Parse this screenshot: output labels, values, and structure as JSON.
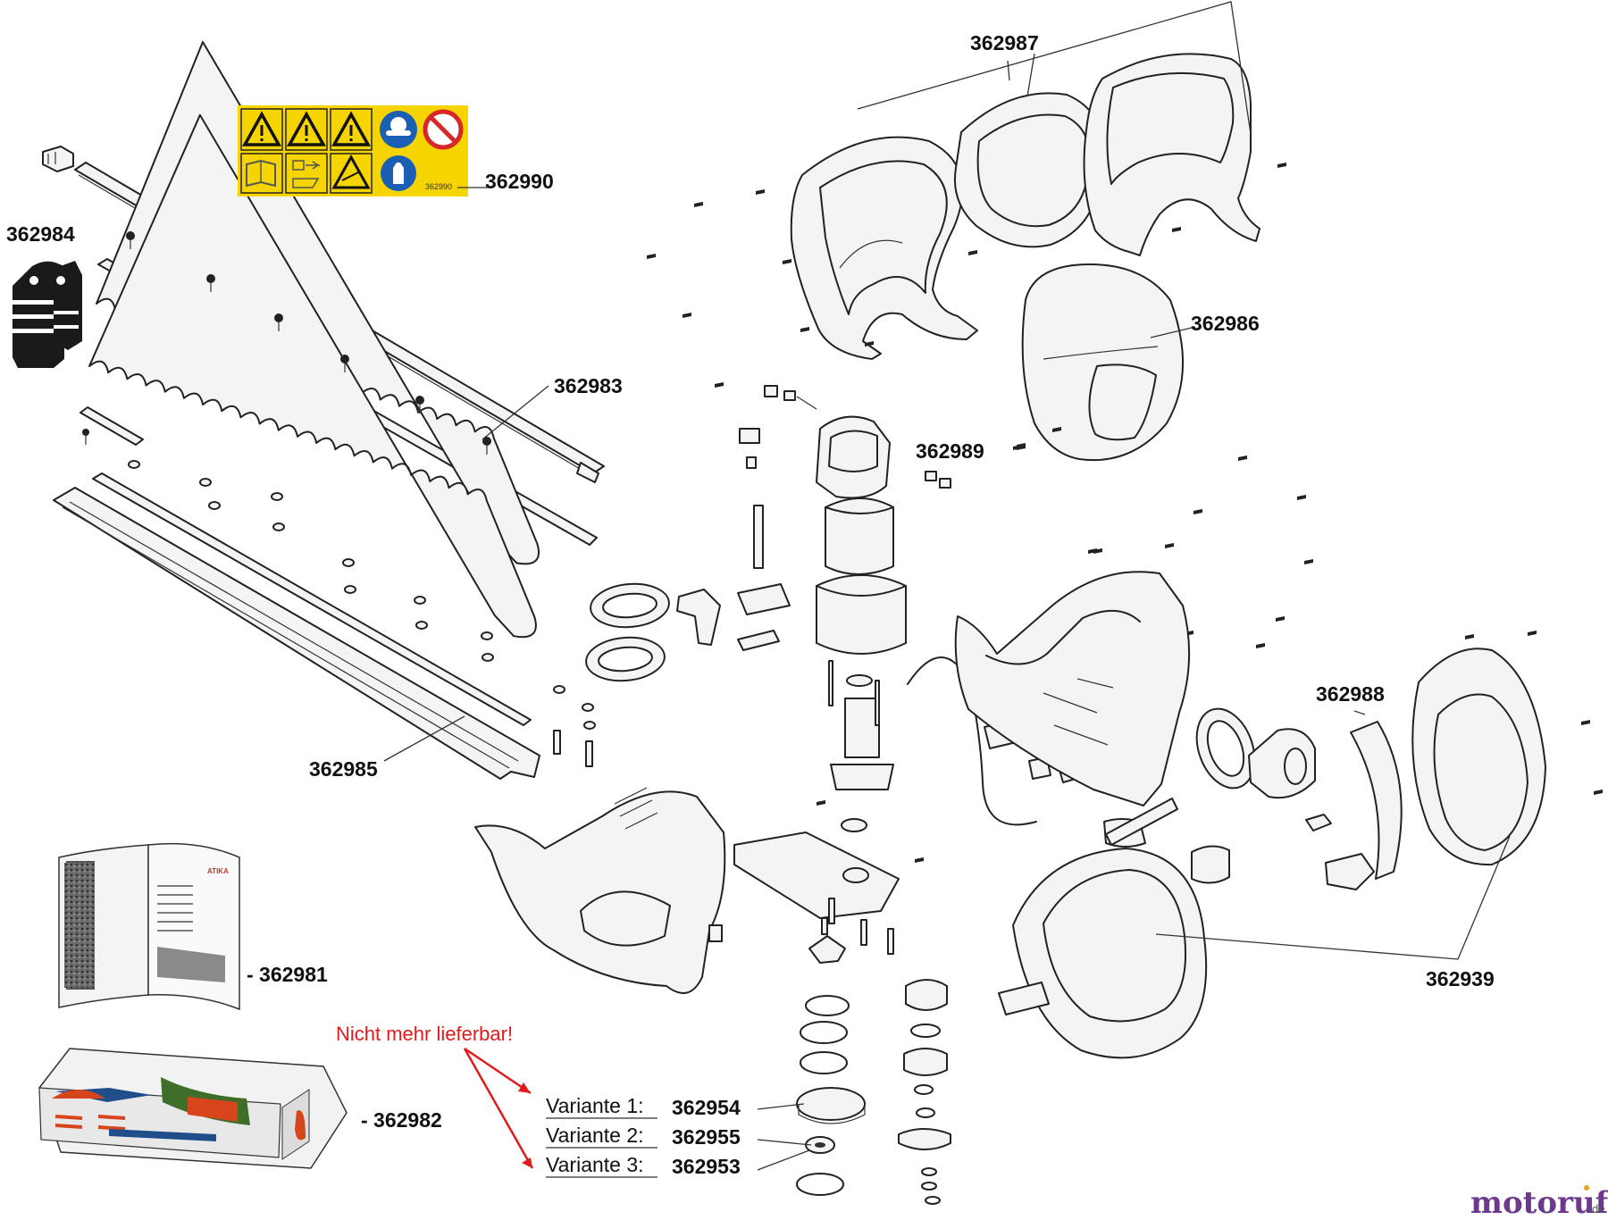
{
  "labels": {
    "p362987": "362987",
    "p362990": "362990",
    "p362984": "362984",
    "p362986": "362986",
    "p362983": "362983",
    "p362989": "362989",
    "p362988": "362988",
    "p362985": "362985",
    "p362981": "- 362981",
    "p362939": "362939",
    "p362982": "- 362982"
  },
  "sticker_code": "362990",
  "not_available_note": "Nicht mehr lieferbar!",
  "variants": [
    {
      "label": "Variante 1:",
      "number": "362954"
    },
    {
      "label": "Variante 2:",
      "number": "362955"
    },
    {
      "label": "Variante 3:",
      "number": "362953"
    }
  ],
  "manual_brand": "ATIKA",
  "logo": {
    "main": "motoruf",
    "suffix": ".de"
  },
  "colors": {
    "sticker_yellow": "#f5d400",
    "note_red": "#e01b1b",
    "logo_purple": "#6b3a8c",
    "logo_dot": "#e8a21a"
  }
}
